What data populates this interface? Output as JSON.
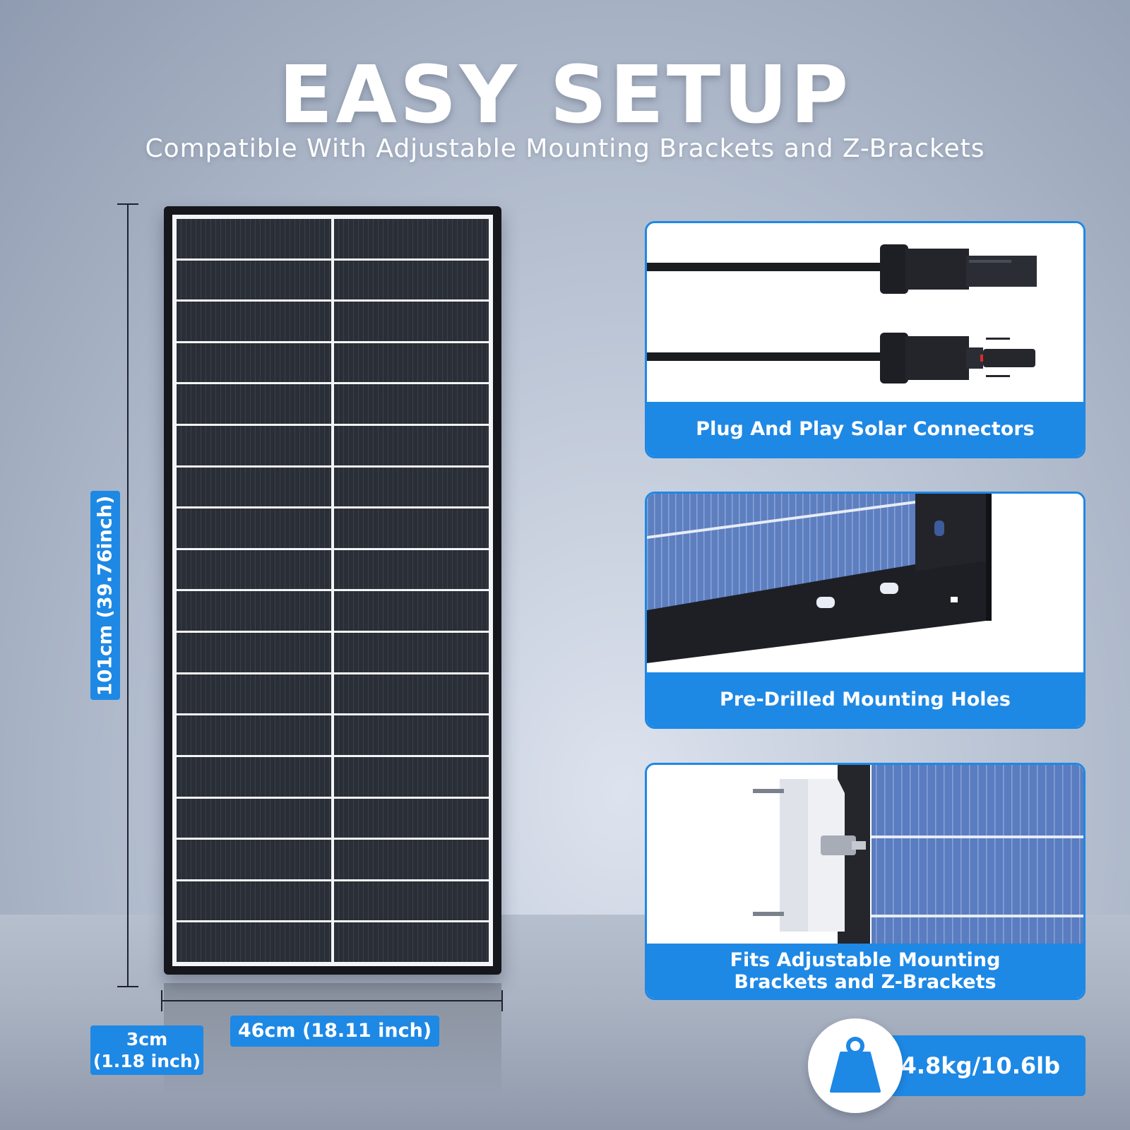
{
  "header": {
    "title": "EASY SETUP",
    "subtitle": "Compatible With Adjustable Mounting Brackets and Z-Brackets"
  },
  "dimensions": {
    "height": "101cm (39.76inch)",
    "width": "46cm (18.11 inch)",
    "depth_line1": "3cm",
    "depth_line2": "(1.18 inch)"
  },
  "features": [
    {
      "label": "Plug And Play Solar Connectors"
    },
    {
      "label": "Pre-Drilled Mounting Holes"
    },
    {
      "label_line1": "Fits Adjustable Mounting",
      "label_line2": "Brackets and Z-Brackets"
    }
  ],
  "weight": {
    "value": "4.8kg/10.6lb",
    "icon": "weight-icon"
  },
  "colors": {
    "accent": "#1e88e5",
    "panel_frame": "#15171d",
    "text_light": "#ffffff"
  }
}
